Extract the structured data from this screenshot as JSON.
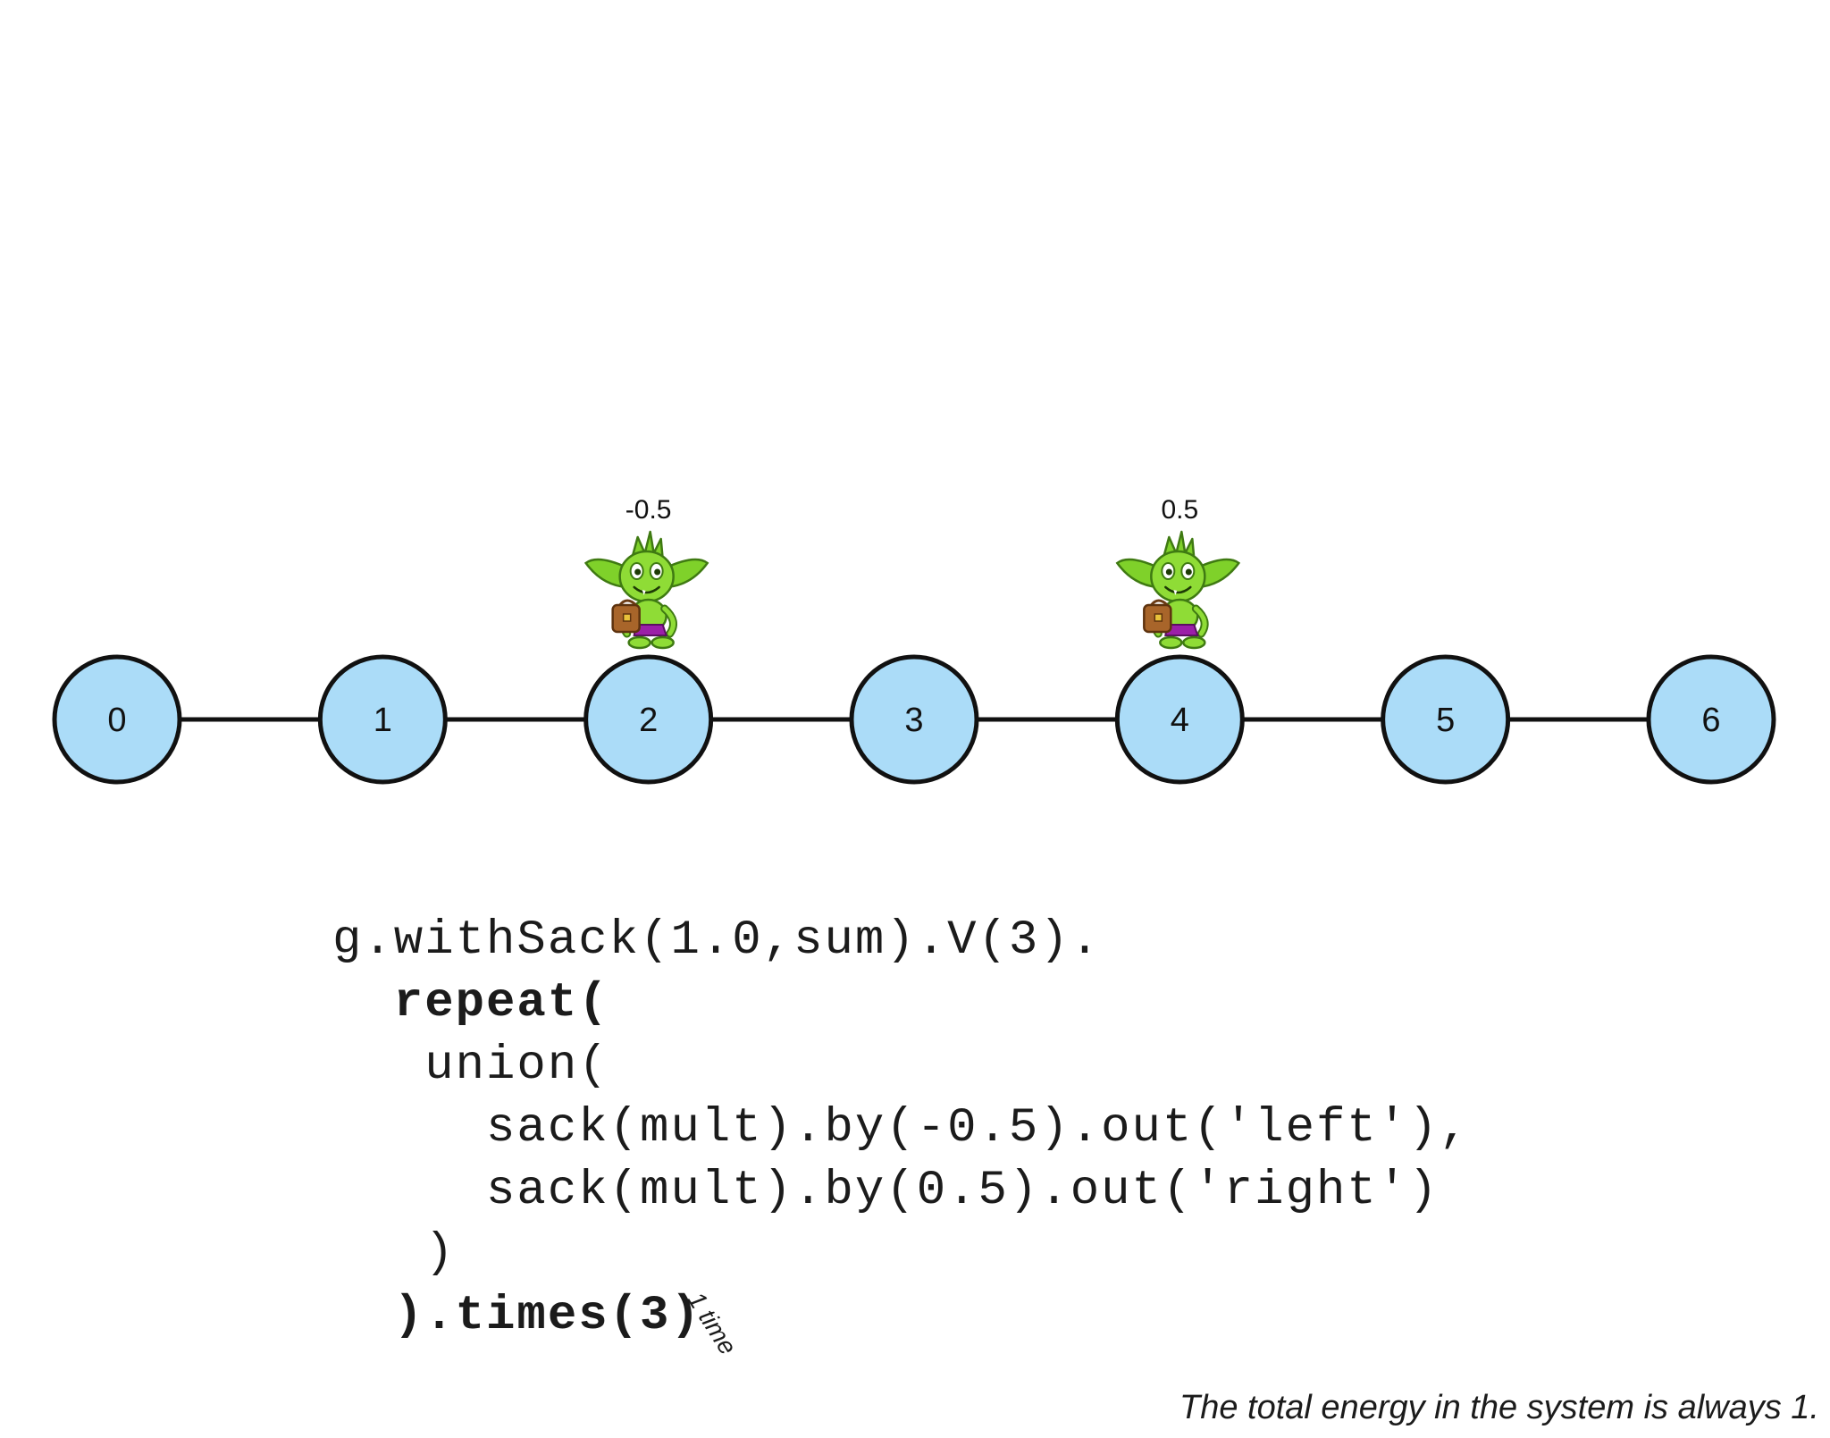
{
  "graph": {
    "nodes": [
      {
        "label": "0"
      },
      {
        "label": "1"
      },
      {
        "label": "2"
      },
      {
        "label": "3"
      },
      {
        "label": "4"
      },
      {
        "label": "5"
      },
      {
        "label": "6"
      }
    ],
    "node_fill": "#abdcf8",
    "node_stroke": "#111111",
    "edge_color": "#111111"
  },
  "walkers": [
    {
      "node": "2",
      "sack_value": "-0.5",
      "icon": "goblin-icon"
    },
    {
      "node": "4",
      "sack_value": "0.5",
      "icon": "goblin-icon"
    }
  ],
  "code": {
    "lines": [
      {
        "text": "g.withSack(1.0,sum).V(3).",
        "bold": false
      },
      {
        "text": "  repeat(",
        "bold": true
      },
      {
        "text": "   union(",
        "bold": false
      },
      {
        "text": "     sack(mult).by(-0.5).out('left'),",
        "bold": false
      },
      {
        "text": "     sack(mult).by(0.5).out('right')",
        "bold": false
      },
      {
        "text": "   )",
        "bold": false
      },
      {
        "text": "  ).times(3)",
        "bold": true
      }
    ]
  },
  "annotation": "1 time",
  "footer": "The total energy in the system is always 1."
}
